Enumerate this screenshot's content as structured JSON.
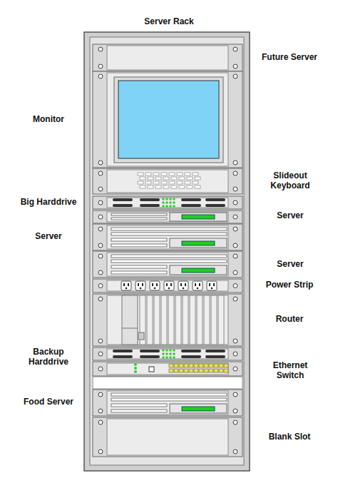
{
  "diagram": {
    "title": "Server Rack",
    "labels": [
      "Future Server",
      "Monitor",
      "Slideout Keyboard",
      "Big Harddrive",
      "Server",
      "Server",
      "Server",
      "Power Strip",
      "Router",
      "Backup Harddrive",
      "Ethernet Switch",
      "Food Server",
      "Blank Slot"
    ]
  }
}
